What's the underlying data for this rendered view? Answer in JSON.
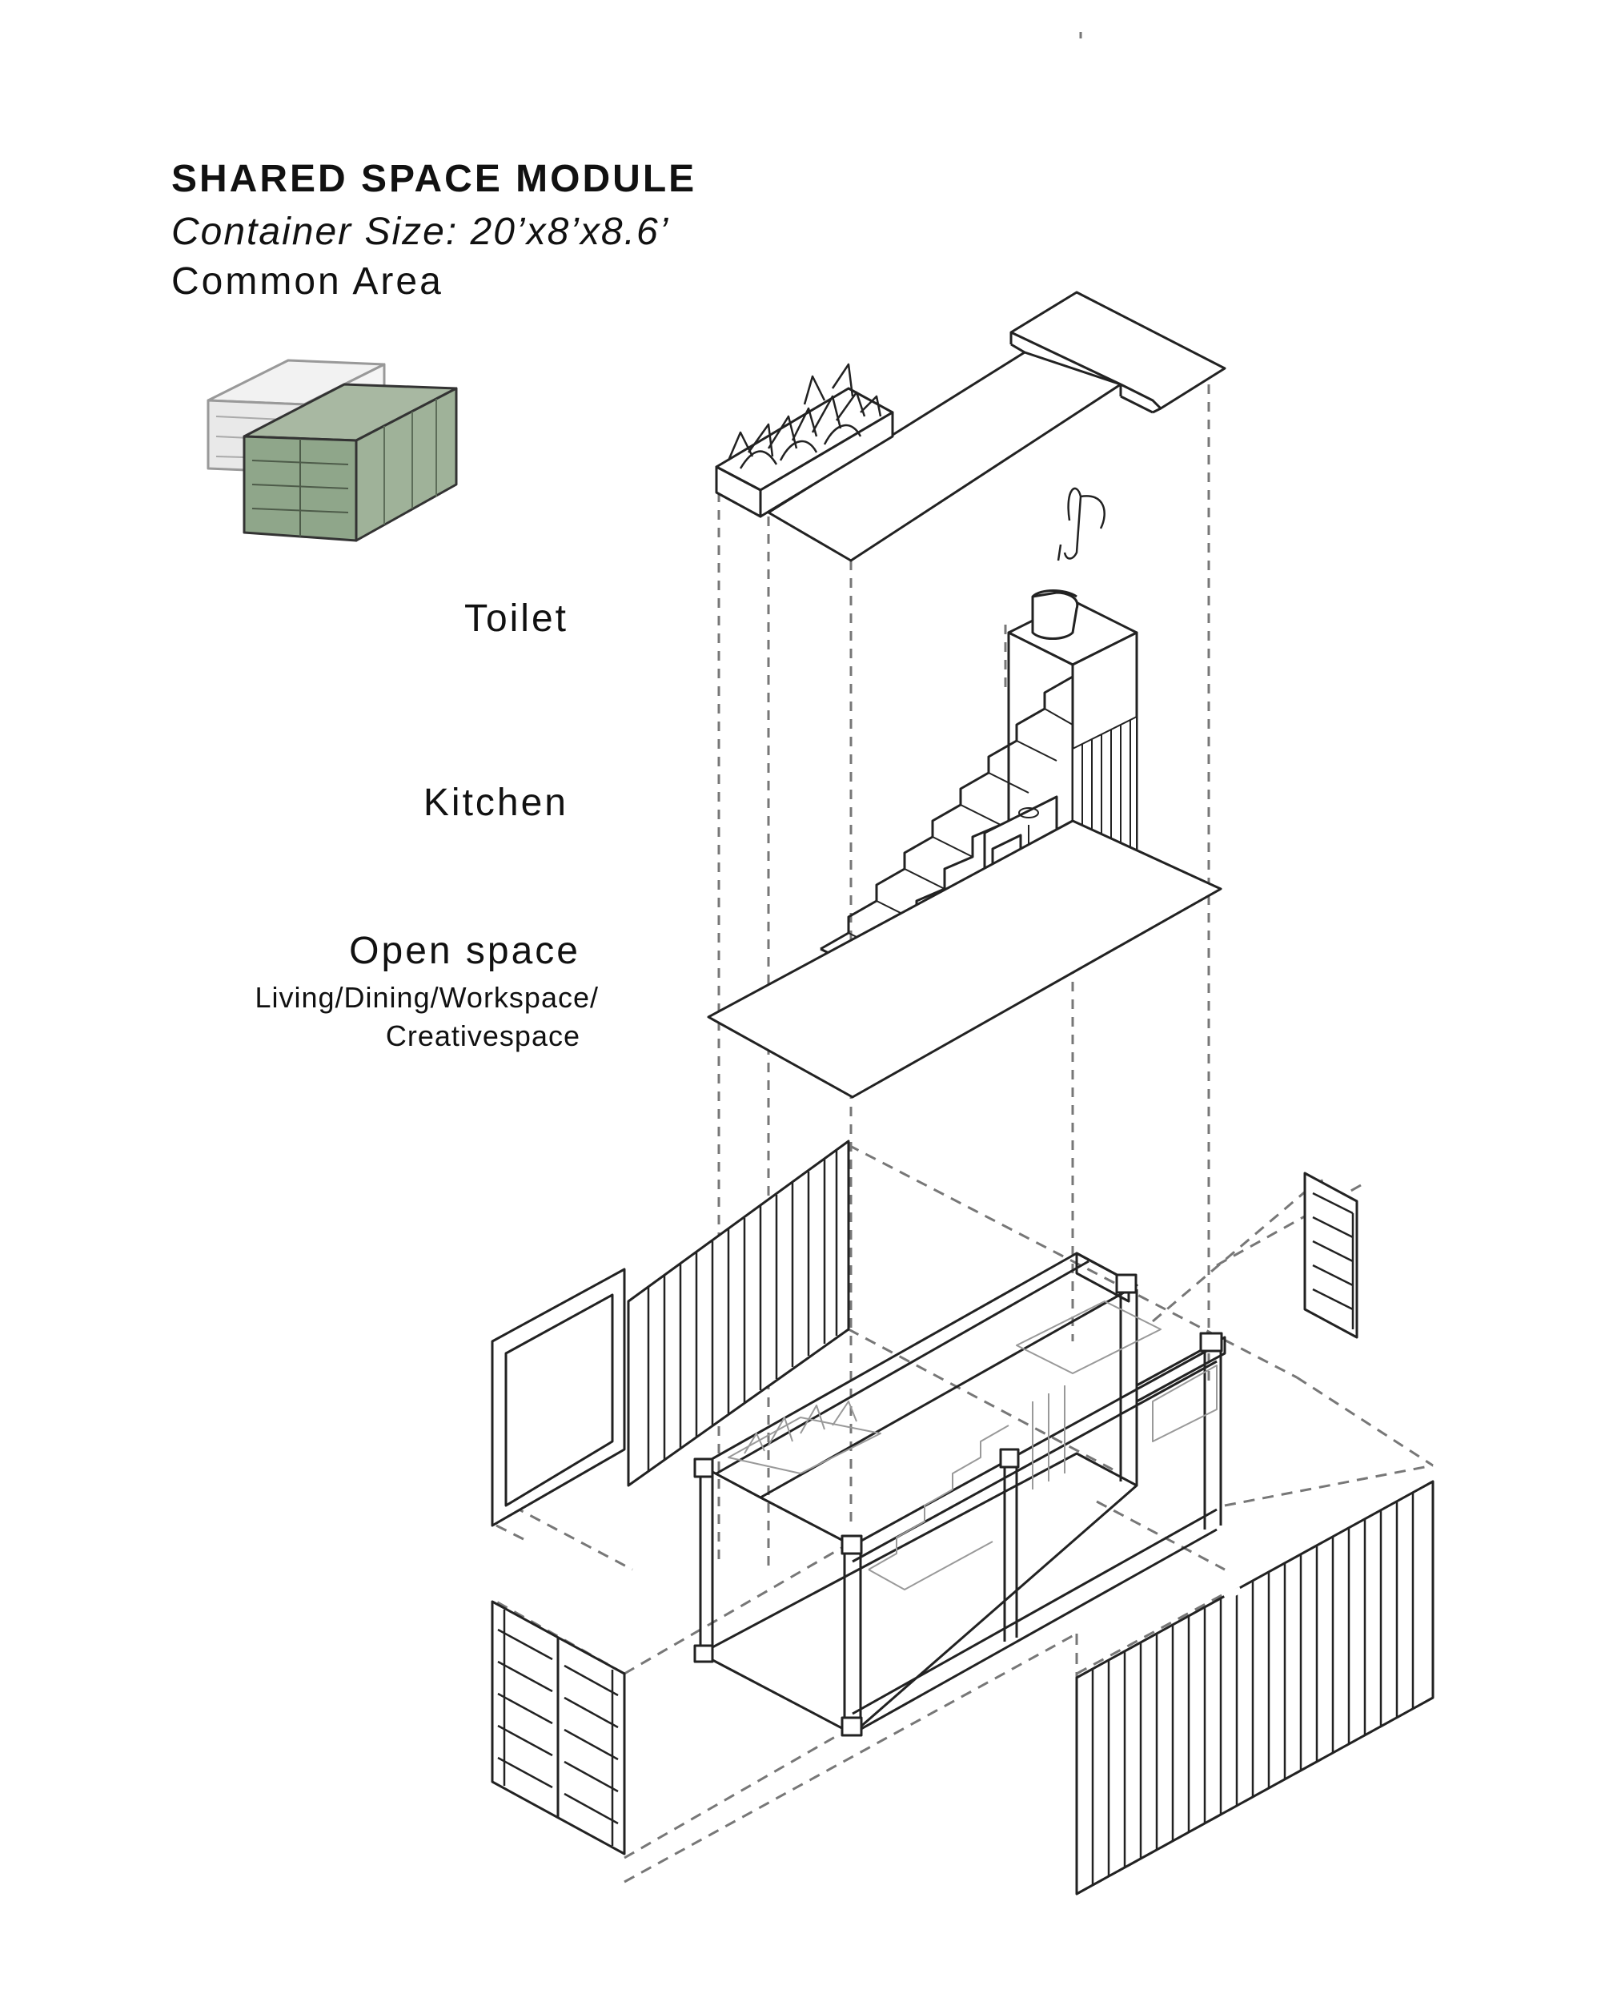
{
  "header": {
    "title": "SHARED SPACE MODULE",
    "subtitle": "Container Size: 20’x8’x8.6’",
    "area": "Common Area"
  },
  "labels": {
    "toilet": "Toilet",
    "kitchen": "Kitchen",
    "open_space": "Open space",
    "open_space_detail_1": "Living/Dining/Workspace/",
    "open_space_detail_2": "Creativespace"
  },
  "colors": {
    "line": "#222222",
    "dash": "#777777",
    "highlight": "#8fa68a",
    "background": "#ffffff"
  }
}
